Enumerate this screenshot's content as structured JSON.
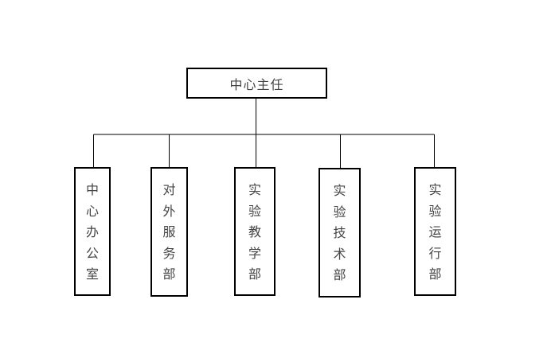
{
  "org_chart": {
    "root": {
      "label": "中心主任"
    },
    "children": [
      {
        "label": "中心办公室"
      },
      {
        "label": "对外服务部"
      },
      {
        "label": "实验教学部"
      },
      {
        "label": "实验技术部"
      },
      {
        "label": "实验运行部"
      }
    ]
  },
  "colors": {
    "line": "#000000",
    "text": "#444444",
    "background": "#ffffff"
  }
}
